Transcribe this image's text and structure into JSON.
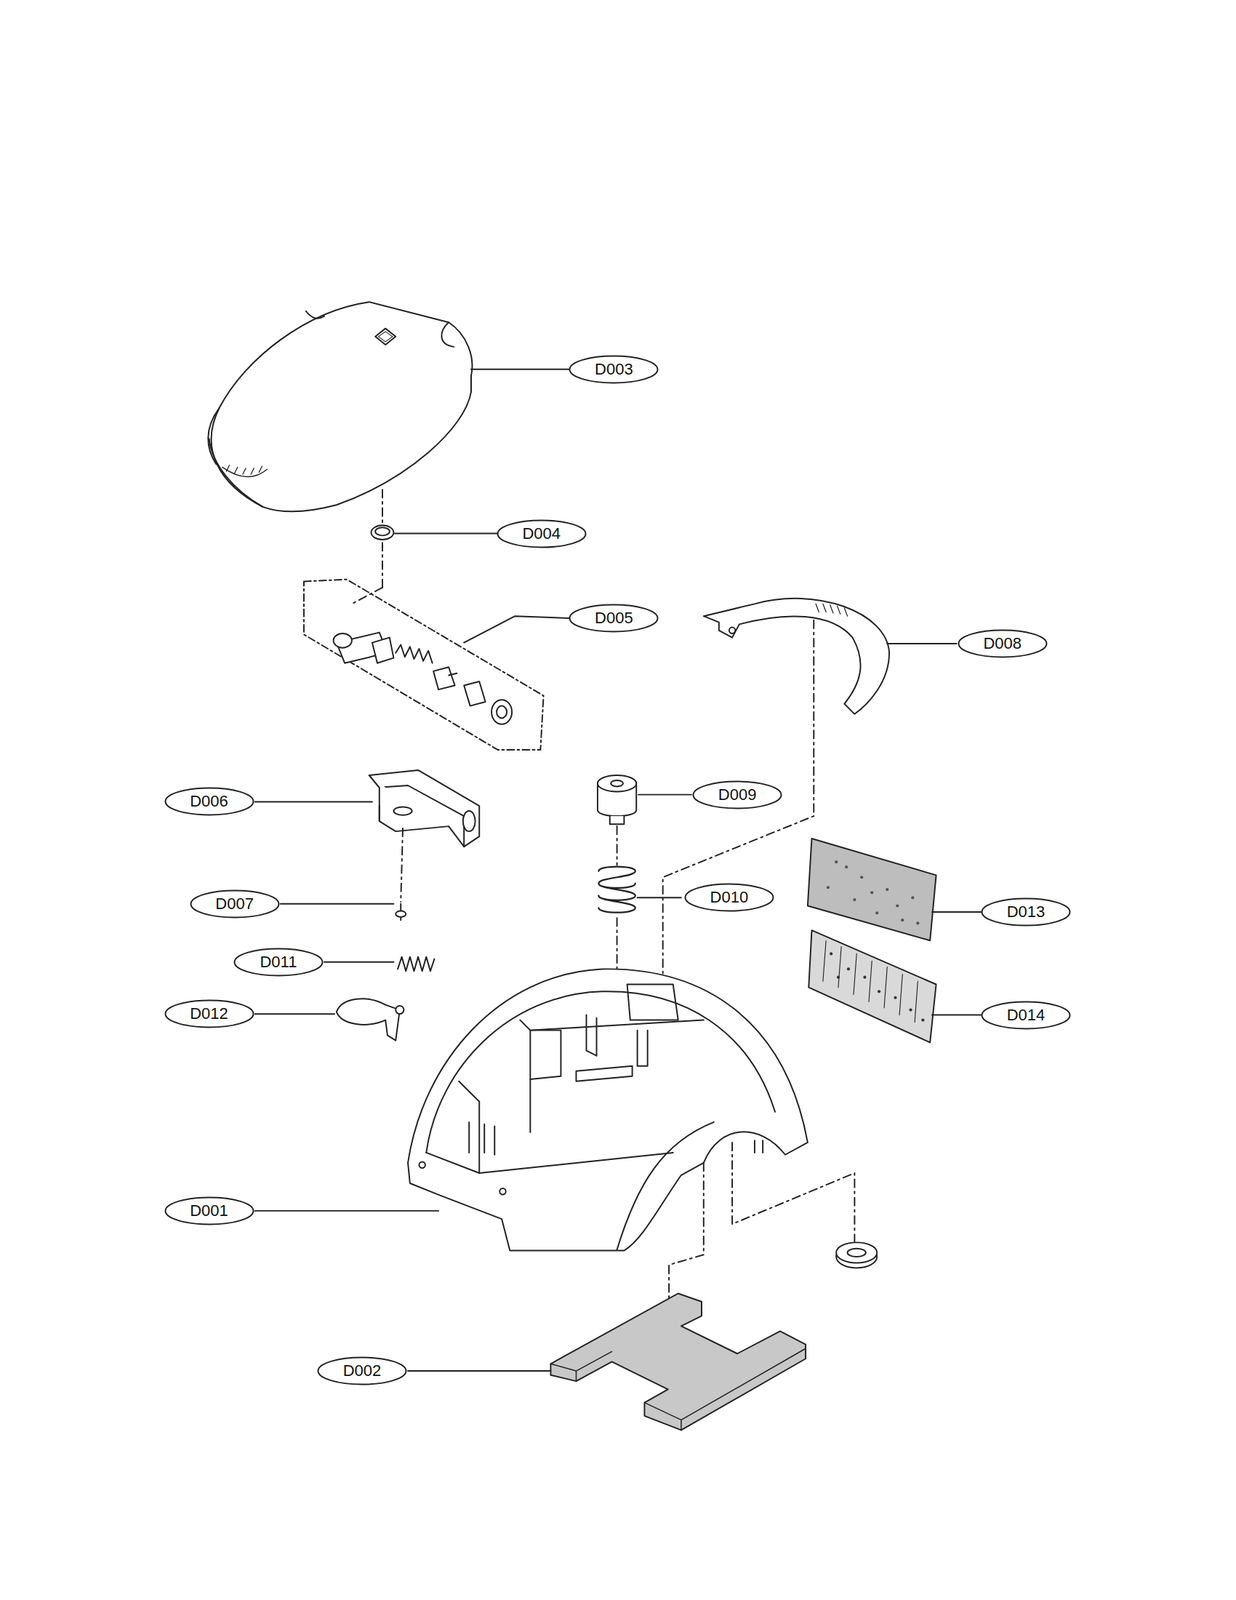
{
  "diagram": {
    "nodes": [
      {
        "text": [
          "D003"
        ]
      },
      {
        "text": [
          "D004"
        ]
      },
      {
        "text": [
          "D005"
        ]
      },
      {
        "text": [
          "D008"
        ]
      },
      {
        "text": [
          "D009"
        ]
      },
      {
        "text": [
          "D006"
        ]
      },
      {
        "text": [
          "D010"
        ]
      },
      {
        "text": [
          "D007"
        ]
      },
      {
        "text": [
          "D013"
        ]
      },
      {
        "text": [
          "D011"
        ]
      },
      {
        "text": [
          "D012"
        ]
      },
      {
        "text": [
          "D014"
        ]
      },
      {
        "text": [
          "D001"
        ]
      },
      {
        "text": [
          "D002"
        ]
      }
    ]
  }
}
